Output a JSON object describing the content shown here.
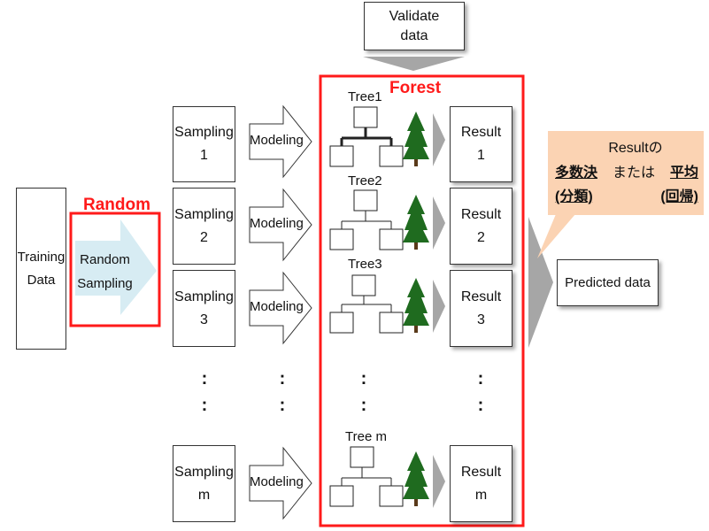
{
  "validate_box": {
    "line1": "Validate",
    "line2": "data"
  },
  "forest_label": "Forest",
  "random_label": "Random",
  "training_box": {
    "line1": "Training",
    "line2": "Data"
  },
  "random_sampling": {
    "line1": "Random",
    "line2": "Sampling"
  },
  "samplings": [
    {
      "line1": "Sampling",
      "line2": "1"
    },
    {
      "line1": "Sampling",
      "line2": "2"
    },
    {
      "line1": "Sampling",
      "line2": "3"
    },
    {
      "line1": "Sampling",
      "line2": "m"
    }
  ],
  "modeling_label": "Modeling",
  "tree_labels": [
    "Tree1",
    "Tree2",
    "Tree3",
    "Tree m"
  ],
  "results": [
    {
      "line1": "Result",
      "line2": "1"
    },
    {
      "line1": "Result",
      "line2": "2"
    },
    {
      "line1": "Result",
      "line2": "3"
    },
    {
      "line1": "Result",
      "line2": "m"
    }
  ],
  "predicted_label": "Predicted data",
  "callout": {
    "line1": "Resultの",
    "majority": "多数決",
    "or": "または",
    "average": "平均",
    "classification": "(分類)",
    "regression": "(回帰)"
  },
  "dots": ":",
  "colors": {
    "red": "#ff1a1a",
    "callout": "#fbd3b3",
    "light_blue_arrow": "#d7ecf3",
    "tree_green": "#1f6b1f"
  }
}
